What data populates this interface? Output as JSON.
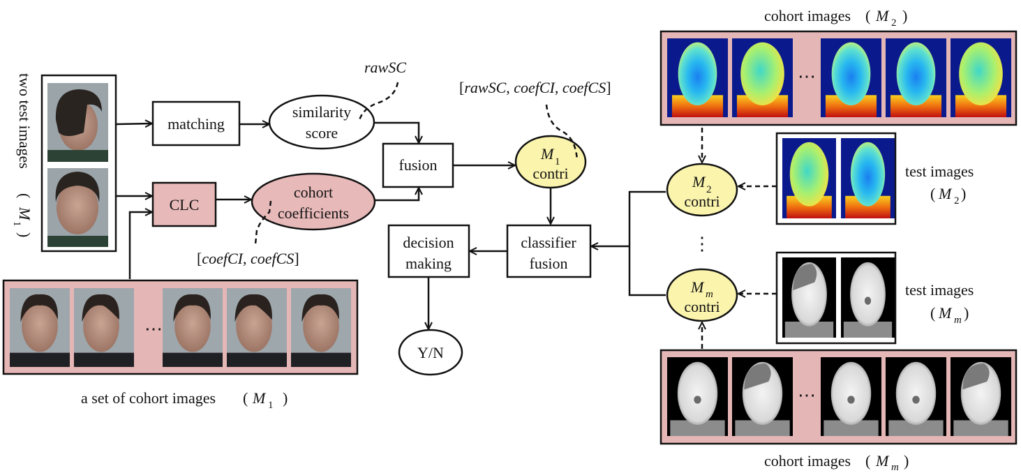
{
  "colors": {
    "pink_fill": "#e8b9b9",
    "yellow_fill": "#fbf4ad",
    "stroke": "#111111",
    "panel_pink": "#e5b6b6",
    "photo_bg": "#9ea7ac",
    "depth_bg": "#0a1a8c",
    "thermal_bg": "#000000"
  },
  "left": {
    "test_images_label": "two test images",
    "test_images_modality": "M",
    "test_images_modality_sub": "1",
    "cohort_caption_prefix": "a set of cohort images",
    "cohort_modality": "M",
    "cohort_modality_sub": "1",
    "ellipsis": "⋯"
  },
  "nodes": {
    "matching": "matching",
    "similarity_score_line1": "similarity",
    "similarity_score_line2": "score",
    "clc": "CLC",
    "cohort_coeff_line1": "cohort",
    "cohort_coeff_line2": "coefficients",
    "fusion": "fusion",
    "m1_contri_var": "M",
    "m1_contri_sub": "1",
    "m1_contri_label": "contri",
    "classifier_fusion_line1": "classifier",
    "classifier_fusion_line2": "fusion",
    "decision_line1": "decision",
    "decision_line2": "making",
    "yn": "Y/N",
    "m2_contri_var": "M",
    "m2_contri_sub": "2",
    "m2_contri_label": "contri",
    "mm_contri_var": "M",
    "mm_contri_sub": "m",
    "mm_contri_label": "contri",
    "vertical_dots": "⋮"
  },
  "annotations": {
    "raw_sc": "rawSC",
    "coef_pair": "[coefCI, coefCS]",
    "coef_pair_open": "[",
    "coef_pair_a": "coefCI",
    "coef_pair_sep": ", ",
    "coef_pair_b": "coefCS",
    "coef_pair_close": "]",
    "triple_open": "[",
    "triple_a": "rawSC",
    "triple_b": "coefCI",
    "triple_c": "coefCS",
    "triple_close": "]",
    "sep": ", "
  },
  "right": {
    "cohort_m2_caption": "cohort images",
    "cohort_m2_var": "M",
    "cohort_m2_sub": "2",
    "test_m2_caption": "test images",
    "test_m2_var": "M",
    "test_m2_sub": "2",
    "test_mm_caption": "test images",
    "test_mm_var": "M",
    "test_mm_sub": "m",
    "cohort_mm_caption": "cohort images",
    "cohort_mm_var": "M",
    "cohort_mm_sub": "m",
    "ellipsis": "⋯"
  }
}
